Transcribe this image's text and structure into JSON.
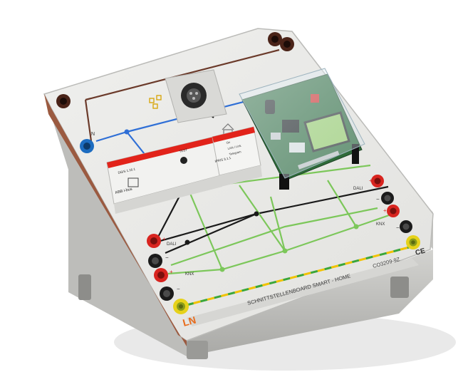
{
  "board": {
    "title": "SCHNITTSTELLENBOARD SMART - HOME",
    "order_code": "CO3209-9Z",
    "brand_logo": "LN",
    "ce_mark": "CE"
  },
  "labels": {
    "n": "N",
    "dali_left": "DALI",
    "knx_left": "KNX",
    "dali_right": "DALI",
    "knx_right": "KNX",
    "plus": "+",
    "minus": "−"
  },
  "modules": {
    "dali_gateway_brand": "ABB i-bus",
    "dali_gateway_model": "DG/S 1.16.1",
    "test_label": "TEST",
    "ip_router_model": "IPR/S 3.1.1",
    "ip_router_leds": [
      "On",
      "LAN / Link",
      "Telegram"
    ]
  },
  "colors": {
    "board": "#ececea",
    "board_side": "#c9c9c6",
    "wire_brown": "#6b3a2a",
    "wire_blue": "#2f6fd6",
    "wire_black": "#1a1a1a",
    "wire_green": "#7cc75a",
    "earth_stripe_yellow": "#f2c200",
    "earth_stripe_green": "#3aa63a",
    "socket_red": "#d8241f",
    "socket_black": "#1b1b1b",
    "socket_blue": "#2b8fe0",
    "socket_yellow": "#e6d21a",
    "pcb_green": "#2f6b3a",
    "lcd_green": "#9fd36a",
    "abb_red": "#e2231a"
  },
  "icons": [
    "network-icon",
    "house-icon",
    "xlr-connector-icon"
  ]
}
